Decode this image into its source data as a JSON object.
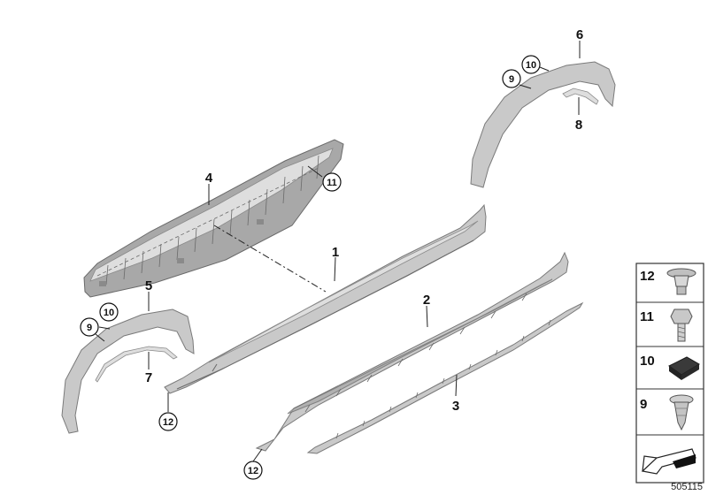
{
  "callouts": {
    "p1": "1",
    "p2": "2",
    "p3": "3",
    "p4": "4",
    "p5": "5",
    "p6": "6",
    "p7": "7",
    "p8": "8",
    "p9_front": "9",
    "p10_front": "10",
    "p9_rear": "9",
    "p10_rear": "10",
    "p11": "11",
    "p12_front": "12",
    "p12_rear": "12"
  },
  "legend": {
    "items": [
      "12",
      "11",
      "10",
      "9"
    ]
  },
  "diagram_id": "505115",
  "colors": {
    "part_fill": "#c9c9c9",
    "part_stroke": "#7a7a7a",
    "legend_border": "#333333",
    "clip_dark": "#2a2a2a"
  }
}
